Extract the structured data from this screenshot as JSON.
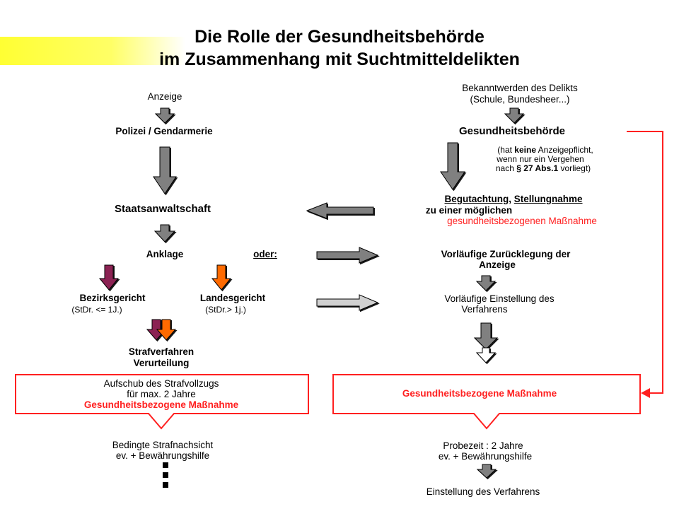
{
  "title": {
    "line1": "Die Rolle der Gesundheitsbehörde",
    "line2": "im Zusammenhang mit Suchtmitteldelikten"
  },
  "left": {
    "anzeige": "Anzeige",
    "polizei": "Polizei / Gendarmerie",
    "staatsanwaltschaft": "Staatsanwaltschaft",
    "anklage": "Anklage",
    "oder": "oder:",
    "bezirksgericht": "Bezirksgericht",
    "bezirksgericht_note": "(StDr. <= 1J.)",
    "landesgericht": "Landesgericht",
    "landesgericht_note": "(StDr.> 1j.)",
    "strafverfahren_1": "Strafverfahren",
    "strafverfahren_2": "Verurteilung",
    "box_line1": "Aufschub des Strafvollzugs",
    "box_line2": "für max. 2 Jahre",
    "box_line3": "Gesundheitsbezogene Maßnahme",
    "bedingt_1": "Bedingte Strafnachsicht",
    "bedingt_2": "ev. + Bewährungshilfe"
  },
  "right": {
    "bekannt_1": "Bekanntwerden des Delikts",
    "bekannt_2": "(Schule, Bundesheer...)",
    "behoerde": "Gesundheitsbehörde",
    "note_1a": "(hat ",
    "note_1b": "keine",
    "note_1c": " Anzeigepflicht,",
    "note_2": "wenn nur ein Vergehen",
    "note_3a": "nach ",
    "note_3b": "§ 27 Abs.1",
    "note_3c": " vorliegt)",
    "begutachtung": "Begutachtung",
    "komma": ", ",
    "stellungnahme": "Stellungnahme",
    "moeglichen": "zu einer möglichen",
    "gesundheitsbezogen_massnahme": "gesundheitsbezogenen Maßnahme",
    "vorlaeufig_zurueck_1": "Vorläufige Zurücklegung der",
    "vorlaeufig_zurueck_2": "Anzeige",
    "vorlaeufig_einst_1": "Vorläufige Einstellung des",
    "vorlaeufig_einst_2": "Verfahrens",
    "box": "Gesundheitsbezogene Maßnahme",
    "probezeit": "Probezeit : 2 Jahre",
    "bewaehrung": "ev. + Bewährungshilfe",
    "einstellung": "Einstellung des Verfahrens"
  },
  "colors": {
    "red": "#ff2020",
    "gray_arrow": "#808080",
    "light_arrow": "#d0d0d0",
    "purple_arrow": "#8b2252",
    "orange_arrow": "#ff6a00",
    "accent_yellow": "#ffff33"
  }
}
